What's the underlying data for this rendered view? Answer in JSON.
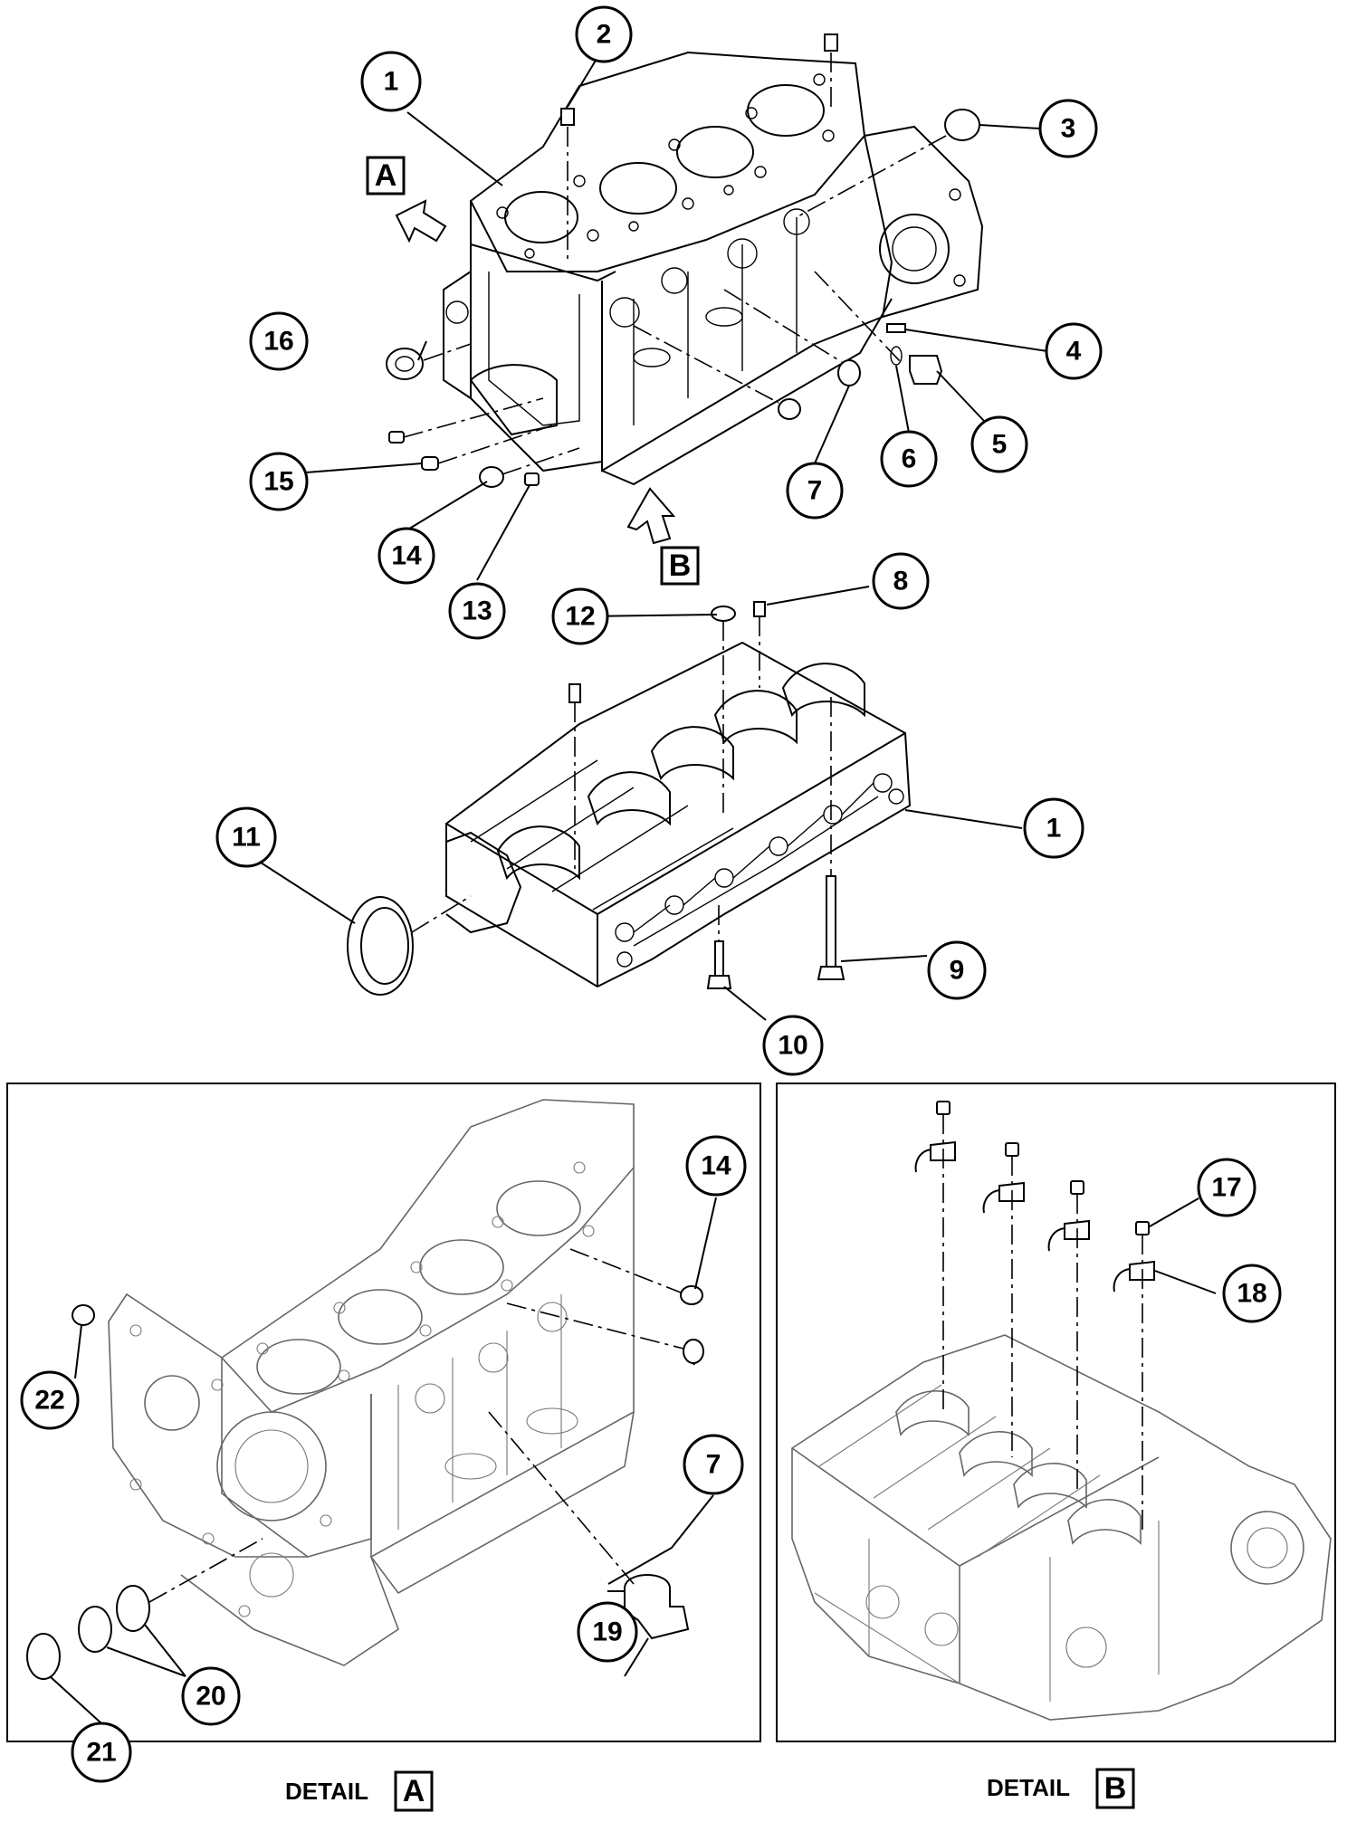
{
  "callouts": {
    "top": [
      "1",
      "2",
      "3",
      "16",
      "4",
      "5",
      "6",
      "7",
      "15",
      "14",
      "13"
    ],
    "middle": [
      "12",
      "8",
      "11",
      "1",
      "9",
      "10"
    ],
    "detail_a": [
      "14",
      "22",
      "7",
      "19",
      "20",
      "21"
    ],
    "detail_b": [
      "17",
      "18"
    ]
  },
  "view_markers": {
    "a": "A",
    "b": "B"
  },
  "details": {
    "a": {
      "word": "DETAIL",
      "letter": "A"
    },
    "b": {
      "word": "DETAIL",
      "letter": "B"
    }
  },
  "colors": {
    "line": "#000000",
    "drawing": "#666666",
    "background": "#ffffff"
  }
}
